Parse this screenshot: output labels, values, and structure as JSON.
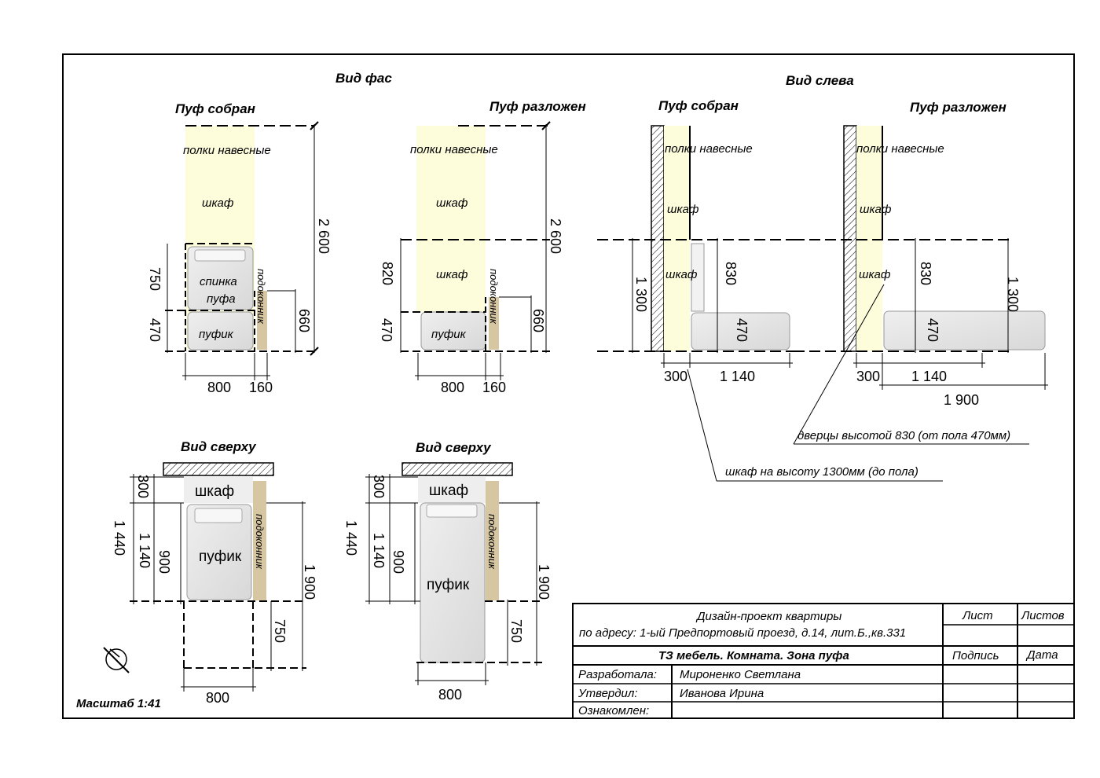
{
  "titles": {
    "front_view": "Вид фас",
    "left_view": "Вид слева",
    "top_view": "Вид сверху",
    "assembled": "Пуф собран",
    "unfolded": "Пуф разложен"
  },
  "labels": {
    "shelves": "полки навесные",
    "cabinet": "шкаф",
    "pouf_back_1": "спинка",
    "pouf_back_2": "пуфа",
    "pouf": "пуфик",
    "windowsill": "подоконник"
  },
  "dims": {
    "d2600": "2 600",
    "d750": "750",
    "d470": "470",
    "d660": "660",
    "d800": "800",
    "d160": "160",
    "d820": "820",
    "d1300": "1 300",
    "d830": "830",
    "d300": "300",
    "d1140": "1 140",
    "d1900": "1 900",
    "d1440": "1 440",
    "d900": "900"
  },
  "notes": {
    "doors": "дверцы высотой 830 (от пола 470мм)",
    "cabinet_height": "шкаф на высоту 1300мм (до пола)",
    "scale": "Масштаб 1:41"
  },
  "title_block": {
    "project_line1": "Дизайн-проект квартиры",
    "project_line2": "по адресу: 1-ый Предпортовый проезд, д.14, лит.Б.,кв.331",
    "sheet": "Лист",
    "sheets": "Листов",
    "drawing_title": "ТЗ мебель. Комната. Зона пуфа",
    "signature": "Подпись",
    "date": "Дата",
    "developed_label": "Разработала:",
    "developed_name": "Мироненко Светлана",
    "approved_label": "Утвердил:",
    "approved_name": "Иванова Ирина",
    "acquainted_label": "Ознакомлен:"
  },
  "colors": {
    "cabinet_fill": "#fdfddc",
    "windowsill_fill": "#d6c7a2",
    "pouf_fill": "#e4e4e4",
    "pouf_top": "#f4f4f4",
    "line": "#000000"
  }
}
